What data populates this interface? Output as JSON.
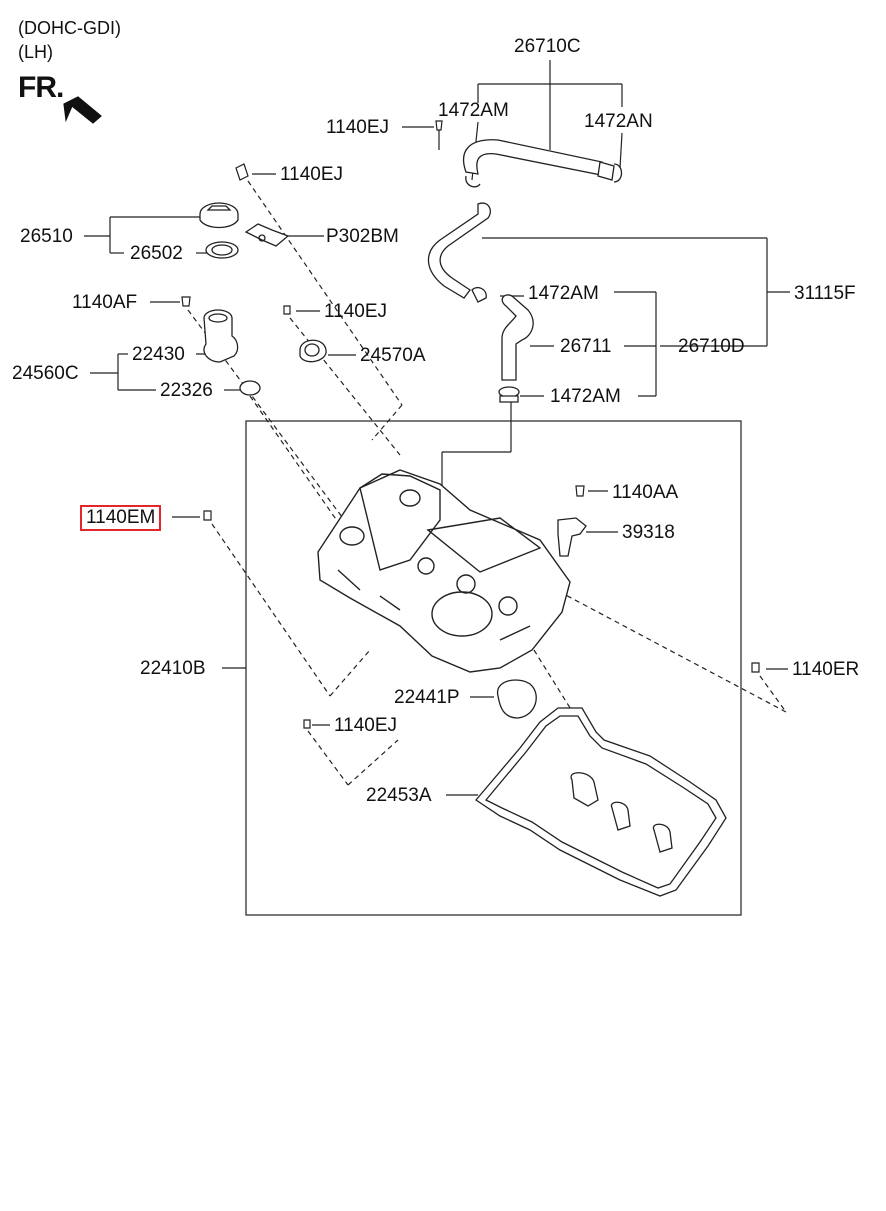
{
  "header": {
    "engine": "(DOHC-GDI)",
    "side": "(LH)",
    "direction": "FR."
  },
  "highlight_color": "#e3262b",
  "callouts": {
    "c26710C": "26710C",
    "c1472AM_top": "1472AM",
    "c1472AN": "1472AN",
    "c1140EJ_hose": "1140EJ",
    "c1140EJ_cap": "1140EJ",
    "c26510": "26510",
    "cP302BM": "P302BM",
    "c26502": "26502",
    "c1140AF": "1140AF",
    "c1140EJ_mid": "1140EJ",
    "c22430": "22430",
    "c24570A": "24570A",
    "c24560C": "24560C",
    "c22326": "22326",
    "c1472AM_mid": "1472AM",
    "c31115F": "31115F",
    "c26711": "26711",
    "c26710D": "26710D",
    "c1472AM_low": "1472AM",
    "c1140EM": "1140EM",
    "c1140AA": "1140AA",
    "c39318": "39318",
    "c22410B": "22410B",
    "c1140ER": "1140ER",
    "c22441P": "22441P",
    "c1140EJ_low": "1140EJ",
    "c22453A": "22453A"
  }
}
